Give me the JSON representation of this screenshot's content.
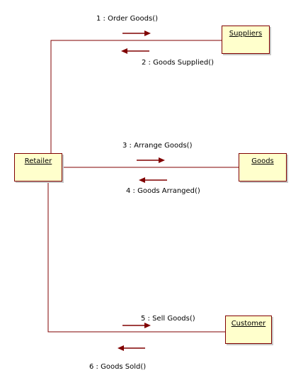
{
  "diagram": {
    "objects": {
      "suppliers": "Suppliers",
      "retailer": "Retailer",
      "goods": "Goods",
      "customer": "Customer"
    },
    "messages": {
      "m1": "1 : Order Goods()",
      "m2": "2 : Goods Supplied()",
      "m3": "3 : Arrange Goods()",
      "m4": "4 : Goods Arranged()",
      "m5": "5 : Sell Goods()",
      "m6": "6 : Goods Sold()"
    },
    "colors": {
      "line": "#800000",
      "box_fill": "#ffffcc",
      "arrow": "#800000"
    }
  }
}
